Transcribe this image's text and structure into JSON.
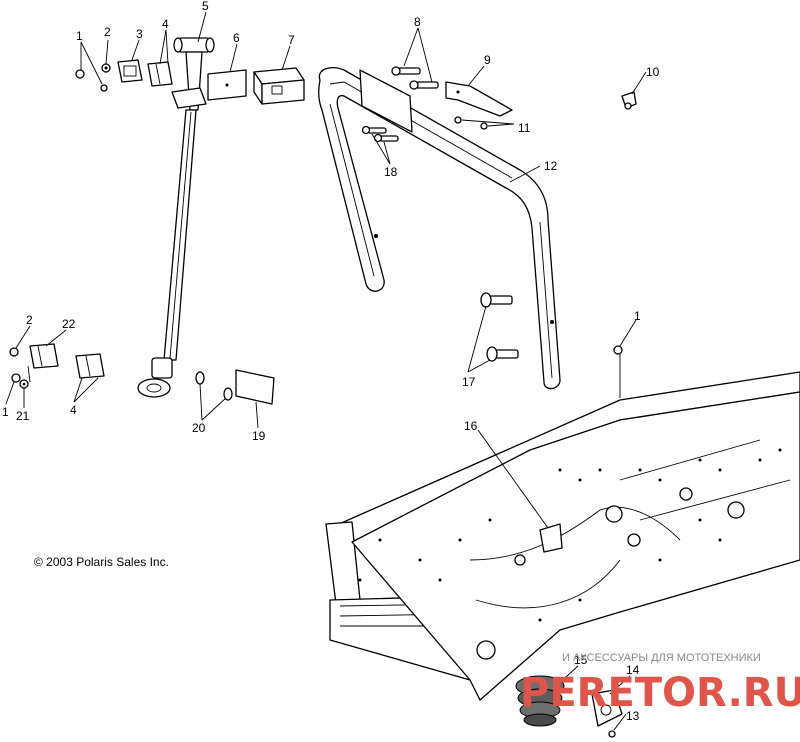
{
  "diagram": {
    "copyright": "© 2003 Polaris Sales Inc.",
    "watermark_top": "И АКСЕССУАРЫ ДЛЯ МОТОТЕХНИКИ",
    "watermark_brand": "PERETOR.RU",
    "watermark_color": "#e0554a",
    "callouts": {
      "c1_top": "1",
      "c2_top": "2",
      "c3": "3",
      "c4_top": "4",
      "c5": "5",
      "c6": "6",
      "c7": "7",
      "c8": "8",
      "c9": "9",
      "c10": "10",
      "c11": "11",
      "c12": "12",
      "c18": "18",
      "c2_left": "2",
      "c22": "22",
      "c1_left": "1",
      "c21": "21",
      "c4_left": "4",
      "c20": "20",
      "c19": "19",
      "c17": "17",
      "c1_right": "1",
      "c16": "16",
      "c15": "15",
      "c14": "14",
      "c13": "13"
    }
  }
}
